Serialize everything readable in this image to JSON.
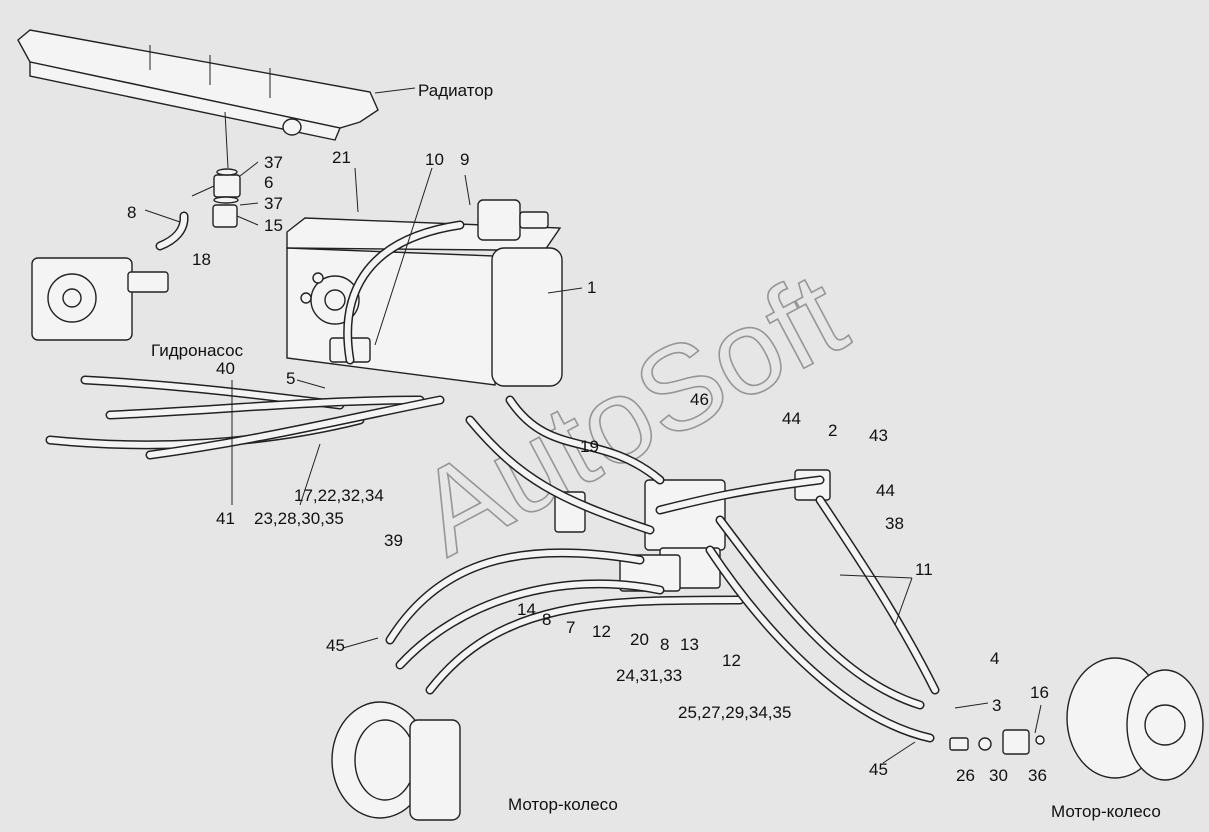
{
  "labels": {
    "radiator": "Радиатор",
    "pump": "Гидронасос",
    "wheel_left": "Мотор-колесо",
    "wheel_right": "Мотор-колесо"
  },
  "watermark": "AutoSoft",
  "callouts": {
    "c1": "1",
    "c2": "2",
    "c3": "3",
    "c4": "4",
    "c5": "5",
    "c6": "6",
    "c7": "7",
    "c8a": "8",
    "c8b": "8",
    "c9": "9",
    "c10": "10",
    "c11": "11",
    "c12a": "12",
    "c12b": "12",
    "c13": "13",
    "c14": "14",
    "c15": "15",
    "c16": "16",
    "c17": "17,22,32,34",
    "c18": "18",
    "c19": "19",
    "c20": "20",
    "c21": "21",
    "c23": "23,28,30,35",
    "c24": "24,31,33",
    "c25": "25,27,29,34,35",
    "c26": "26",
    "c30": "30",
    "c36": "36",
    "c37a": "37",
    "c37b": "37",
    "c38": "38",
    "c39": "39",
    "c40": "40",
    "c41": "41",
    "c43": "43",
    "c44a": "44",
    "c44b": "44",
    "c45a": "45",
    "c45b": "45",
    "c46": "46"
  }
}
